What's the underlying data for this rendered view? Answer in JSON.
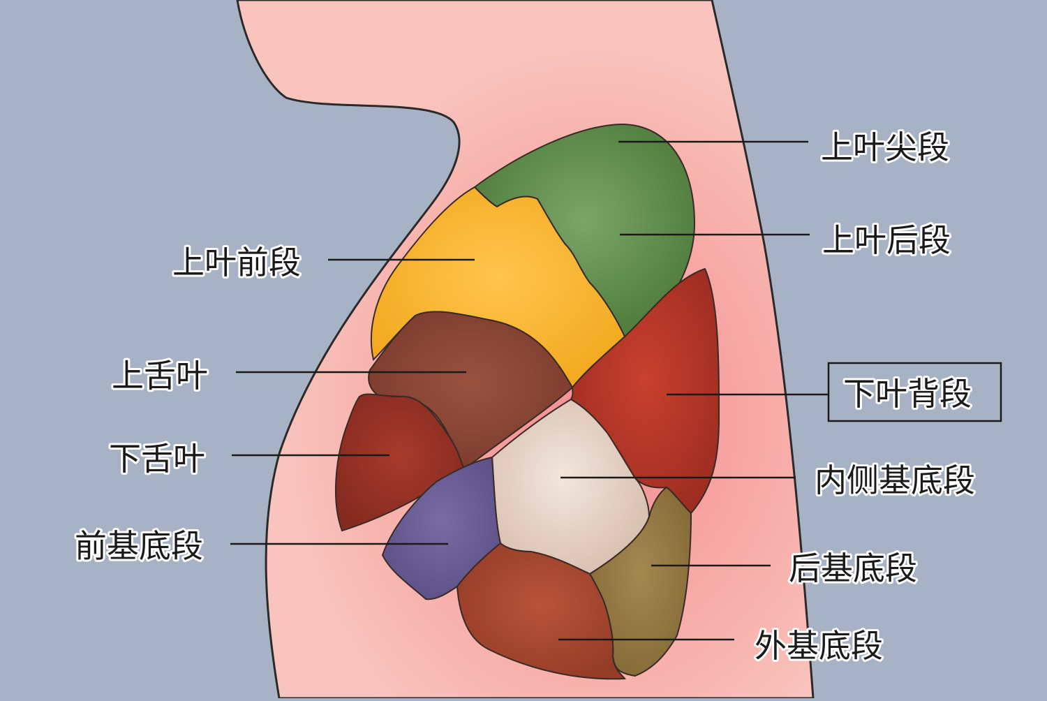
{
  "labels": {
    "upper_apical": "上叶尖段",
    "upper_posterior": "上叶后段",
    "upper_anterior": "上叶前段",
    "superior_lingula": "上舌叶",
    "inferior_lingula": "下舌叶",
    "lower_superior": "下叶背段",
    "medial_basal": "内侧基底段",
    "anterior_basal": "前基底段",
    "posterior_basal": "后基底段",
    "lateral_basal": "外基底段"
  },
  "colors": {
    "background": "#a7b2c4",
    "body": "#f7b3ad",
    "upper_apical": "#5d8a47",
    "upper_anterior": "#f4b436",
    "superior_lingula": "#8b4535",
    "inferior_lingula": "#9a3428",
    "lower_superior": "#b63a2a",
    "medial_basal": "#e5d5c9",
    "anterior_basal": "#6d6095",
    "posterior_basal": "#957a44",
    "lateral_basal": "#a9492f"
  }
}
